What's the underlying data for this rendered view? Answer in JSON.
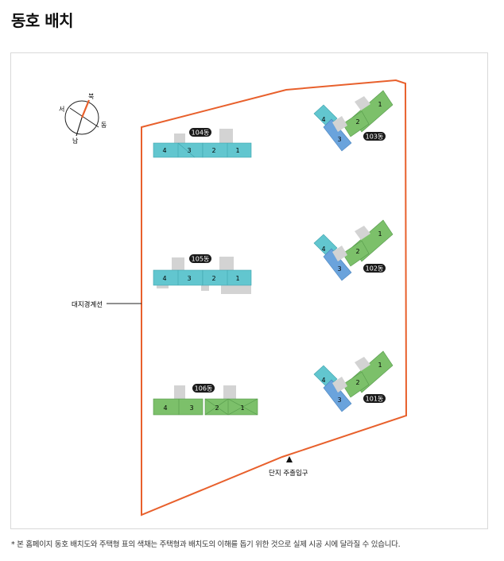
{
  "page_title": "동호 배치",
  "compass": {
    "north": "북",
    "south": "남",
    "east": "동",
    "west": "서"
  },
  "site": {
    "boundary_label": "대지경계선",
    "entrance_label": "단지 주출입구",
    "boundary_color": "#e8602c"
  },
  "buildings": [
    {
      "name": "104동",
      "units": [
        "4",
        "3",
        "2",
        "1"
      ],
      "color": "#62c6cf"
    },
    {
      "name": "105동",
      "units": [
        "4",
        "3",
        "2",
        "1"
      ],
      "color": "#62c6cf"
    },
    {
      "name": "106동",
      "units": [
        "4",
        "3",
        "2",
        "1"
      ],
      "color": "#7cc06a"
    },
    {
      "name": "103동",
      "units": [
        "4",
        "3",
        "2",
        "1"
      ]
    },
    {
      "name": "102동",
      "units": [
        "4",
        "3",
        "2",
        "1"
      ]
    },
    {
      "name": "101동",
      "units": [
        "4",
        "3",
        "2",
        "1"
      ]
    }
  ],
  "colors": {
    "teal": "#62c6cf",
    "green": "#7cc06a",
    "blue": "#6aa3dc",
    "core": "#d3d3d3",
    "badge": "#1a1a1a"
  },
  "footnote": "* 본 홈페이지 동호 배치도와 주택형 표의 색채는 주택형과 배치도의 이해를 돕기 위한 것으로 실제 시공 시에 달라질 수 있습니다."
}
